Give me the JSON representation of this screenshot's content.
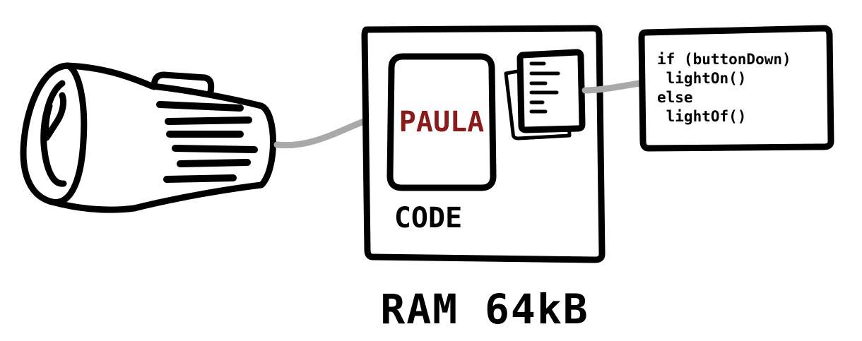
{
  "labels": {
    "chip_name": "PAULA",
    "code_label": "CODE",
    "memory_label": "RAM 64kB"
  },
  "code_snippet": {
    "lines": [
      "if (buttonDown)",
      " lightOn()",
      "else",
      " lightOf()"
    ]
  },
  "colors": {
    "ink": "#000000",
    "wire": "#a9a9a9",
    "chip_text": "#8b1a1a",
    "background": "#ffffff"
  },
  "icons": {
    "flashlight": "flashlight-icon",
    "documents": "documents-icon"
  }
}
